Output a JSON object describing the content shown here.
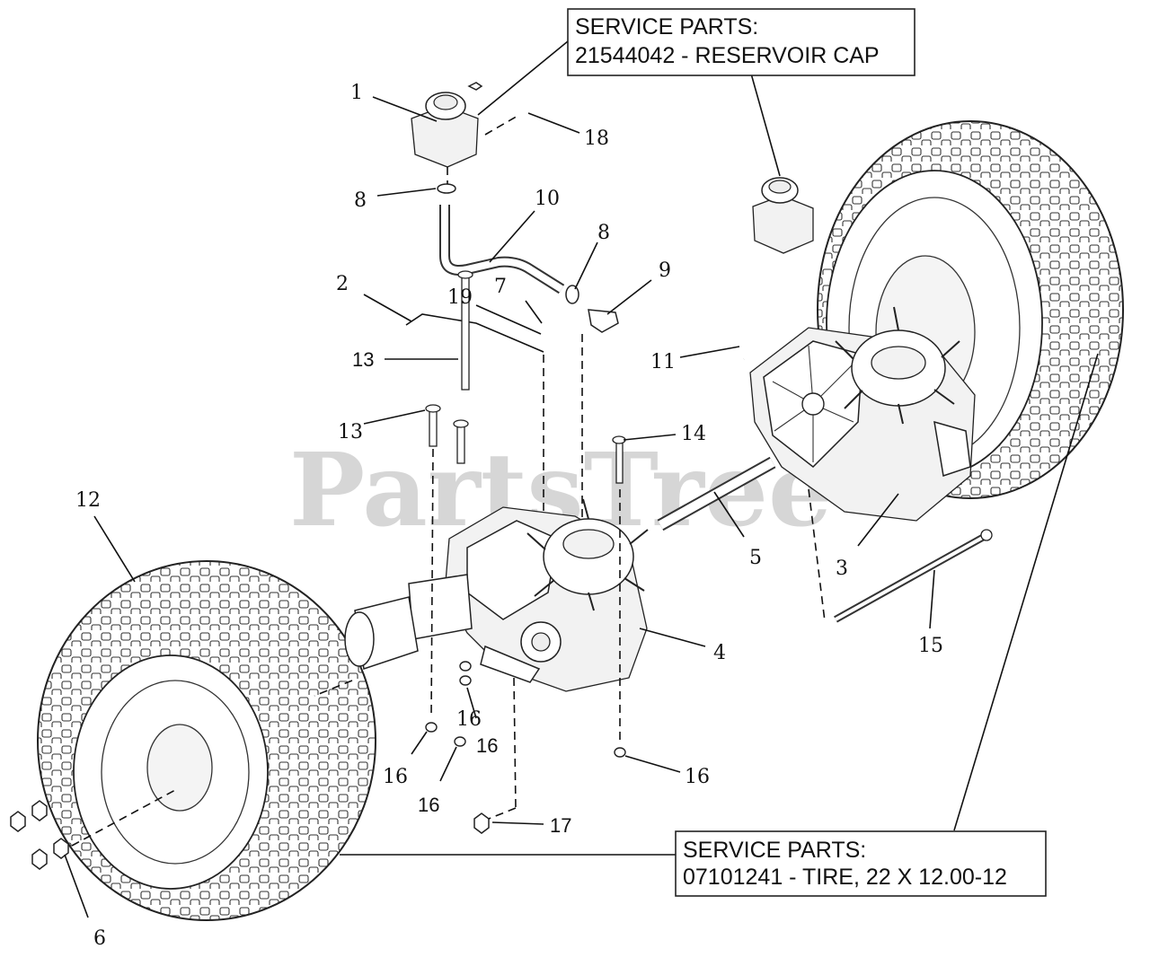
{
  "watermark": "PartsTree",
  "callouts": {
    "reservoir_cap": {
      "line1": "SERVICE PARTS:",
      "line2": "21544042 - RESERVOIR CAP"
    },
    "tire": {
      "line1": "SERVICE PARTS:",
      "line2": "07101241 - TIRE, 22 X 12.00-12"
    }
  },
  "part_labels": {
    "p1": "1",
    "p2": "2",
    "p3": "3",
    "p4": "4",
    "p5": "5",
    "p6": "6",
    "p7": "7",
    "p8a": "8",
    "p8b": "8",
    "p9": "9",
    "p10": "10",
    "p11": "11",
    "p12": "12",
    "p13a": "13",
    "p13b": "13",
    "p14": "14",
    "p15": "15",
    "p16a": "16",
    "p16b": "16",
    "p16c": "16",
    "p16d": "16",
    "p16e": "16",
    "p17": "17",
    "p18": "18",
    "p19": "19"
  }
}
